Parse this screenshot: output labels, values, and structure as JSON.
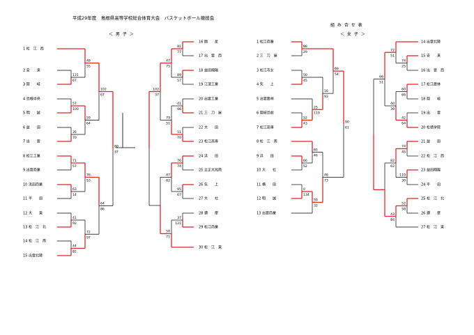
{
  "document": {
    "title": "平成29年度　島根県高等学校総合体育大会　バスケットボール競技会",
    "boys_heading": "＜ 男 子 ＞",
    "girls_heading": "＜ 女 子 ＞",
    "girls_table_label": "組 み 合 せ 表"
  },
  "colors": {
    "winner_line": "#e0262b",
    "loser_line": "#000000"
  },
  "boys": {
    "teams": [
      "1 松　江　西",
      "2 安　　来",
      "3 隠　　岐",
      "4 島根中央",
      "5 明　　誠",
      "6 益　　田",
      "7 出　　雲",
      "8 松江工業",
      "9 出雲商業",
      "10 浜田商業",
      "11 平　　田",
      "12 大　　東",
      "13 松　江　北",
      "14 松　江　南",
      "15 出雲北陵",
      "16 開　　星",
      "17 出　雲　西",
      "18 益田翔陽",
      "19 江津工業",
      "20 出雲工業",
      "21 三　刀　屋",
      "22 大　　田",
      "23 松江高専",
      "24 浜　　田",
      "25 立正大淞南",
      "26 矢　　上",
      "27 大　　社",
      "28 邇　　摩",
      "29 松江商業",
      "30 松　江　東"
    ],
    "scores": [
      "131",
      "67",
      "48",
      "55",
      "57",
      "100",
      "35",
      "70",
      "59",
      "64",
      "102",
      "67",
      "71",
      "57",
      "63",
      "14",
      "76",
      "53",
      "41",
      "92",
      "44",
      "82",
      "72",
      "97",
      "64",
      "86",
      "80",
      "37",
      "81",
      "77",
      "89",
      "57",
      "47",
      "75",
      "41",
      "96",
      "51",
      "70",
      "79",
      "51",
      "102",
      "37",
      "76",
      "74",
      "95",
      "67",
      "47",
      "82",
      "37",
      "121",
      "50",
      "71"
    ]
  },
  "girls": {
    "teams": [
      "1 松江商業",
      "2 三　刀　屋",
      "3 松江市女",
      "4 矢　　上",
      "5 出雲農林",
      "6 隠岐島前",
      "7 松江高専",
      "8 松　江　南",
      "9 浜　　田",
      "10 大　　社",
      "11 横　　田",
      "12 明　　誠",
      "13 出雲商業",
      "14 出雲北陵",
      "15 安　　来",
      "16 出　雲　西",
      "17 松江農林",
      "18 隠　　岐",
      "19 出　　雲",
      "20 松徳学院",
      "21 益　　田",
      "22 松　江　西",
      "23 益田翔陽",
      "24 平　　田",
      "25 松　江　北",
      "26 邇　　摩",
      "27 松　江　東"
    ],
    "scores": [
      "88",
      "29",
      "50",
      "45",
      "52",
      "43",
      "25",
      "119",
      "16",
      "93",
      "69",
      "54",
      "66",
      "52",
      "65",
      "46",
      "0",
      "134",
      "59",
      "32",
      "46",
      "73",
      "90",
      "61",
      "74",
      "25",
      "72",
      "51",
      "60",
      "66",
      "42",
      "64",
      "40",
      "39",
      "66",
      "51",
      "74",
      "45",
      "110",
      "30",
      "82",
      "62",
      "52",
      "58",
      "43",
      "84"
    ]
  }
}
